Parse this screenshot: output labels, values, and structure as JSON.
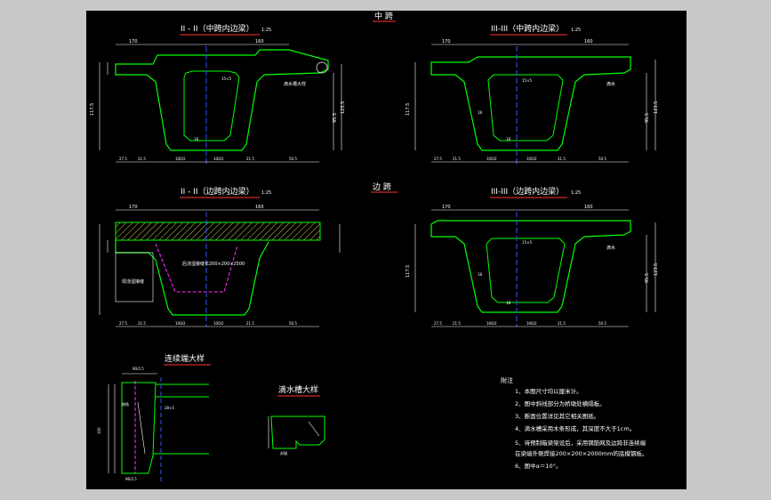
{
  "titles": {
    "mid_span": "中 跨",
    "side_span": "边 跨",
    "sec_mid_ii": "II - II（中跨内边梁）",
    "sec_mid_iii": "III-III（中跨内边梁）",
    "sec_side_ii": "II - II（边跨内边梁）",
    "sec_side_iii": "III-III（边跨内边梁）",
    "scale": "1:25",
    "continuous_end": "连续端大样",
    "drip_groove": "滴水槽大样"
  },
  "dims": {
    "top_width": "170",
    "half_width": "160",
    "bottom_seg_1": "27.5",
    "bottom_seg_2": "21.5",
    "bottom_seg_3": "100/2",
    "bottom_seg_4": "100/2",
    "bottom_seg_5": "21.5",
    "bottom_seg_6": "50.5",
    "height_total": "117.5",
    "height_web": "95.5",
    "height_right": "123.5",
    "web_thk": "18",
    "flange_thk": "18",
    "bottom_thk": "18",
    "chamfer": "15×5",
    "end_height": "100",
    "end_top_dim": "90/2.5",
    "end_bot_dim": "96/2.5",
    "end_mid": "28×5"
  },
  "labels": {
    "drip_detail": "滴水槽大样",
    "pour_section": "现浇湿接缝",
    "pour_note": "后浇湿接缝长200×200×2500",
    "sealing": "封锚",
    "drip": "滴水",
    "corner": "倒角"
  },
  "notes": {
    "heading": "附注",
    "items": [
      "1、本图尺寸均以厘米计。",
      "2、图中斜线部分为桥墩处横隔板。",
      "3、断面位置详见其它相关图纸。",
      "4、滴水槽采用木条形成，其深度不大于1cm。",
      "5、待预制箱梁架设后，采用钢筋网及边跨非连续端",
      "   在梁端外侧焊接200×200×2000mm的底模钢板。",
      "6、图中α＝10°。"
    ]
  },
  "colors": {
    "background": "#000000",
    "frame": "#c8c8c8",
    "concrete": "#00ff00",
    "dimension": "#ffffff",
    "centerline": "#0000ff",
    "hidden": "#ff00ff",
    "hatch": "#ffff66",
    "title_underline": "#ff3333"
  }
}
